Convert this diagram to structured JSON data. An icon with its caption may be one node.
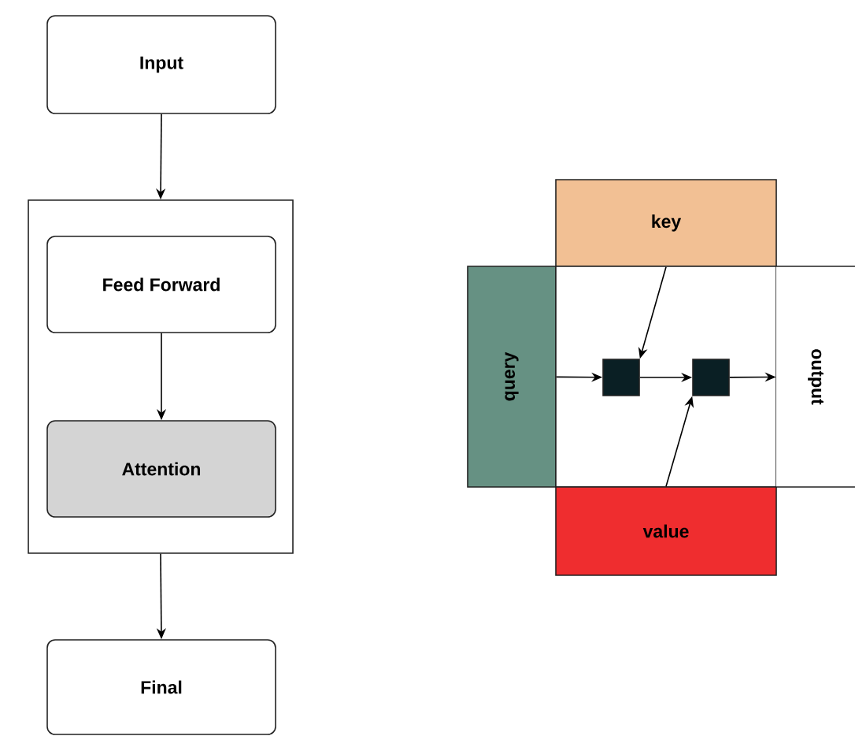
{
  "diagram": {
    "nodes": [
      {
        "text": [
          "Input"
        ]
      },
      {
        "text": [],
        "shape": "box"
      },
      {
        "text": [
          "Feed Forward"
        ],
        "in": 1
      },
      {
        "text": [
          "Attention"
        ],
        "in": 1
      },
      {
        "text": [
          "Final"
        ]
      },
      {
        "text": [
          "key"
        ]
      },
      {
        "text": [
          "query"
        ]
      },
      {
        "text": [],
        "shape": "box"
      },
      {
        "text": [],
        "shape": "box",
        "in": 7
      },
      {
        "text": [],
        "shape": "box",
        "in": 7
      },
      {
        "text": [
          "value"
        ]
      },
      {
        "text": [
          "output"
        ]
      }
    ],
    "edges": [
      {
        "from": 0,
        "to": 1,
        "arrow": "to"
      },
      {
        "from": 2,
        "to": 3,
        "arrow": "to"
      },
      {
        "from": 1,
        "to": 4,
        "arrow": "to"
      },
      {
        "from": 6,
        "to": 8,
        "arrow": "to"
      },
      {
        "from": 5,
        "to": 8,
        "arrow": "to"
      },
      {
        "from": 8,
        "to": 9,
        "arrow": "to"
      },
      {
        "from": 10,
        "to": 9,
        "arrow": "to"
      },
      {
        "from": 9,
        "to": 11,
        "arrow": "to"
      }
    ]
  }
}
